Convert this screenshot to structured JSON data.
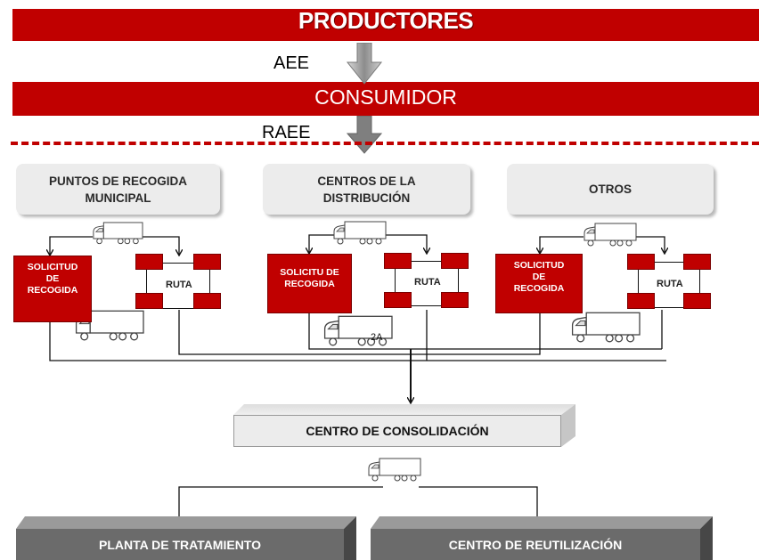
{
  "bands": {
    "productores": "PRODUCTORES",
    "consumidor": "CONSUMIDOR"
  },
  "flow_labels": {
    "aee": "AEE",
    "raee": "RAEE"
  },
  "sources": [
    {
      "label": "PUNTOS DE RECOGIDA MUNICIPAL",
      "solicitud": "SOLICITUD DE RECOGIDA",
      "ruta": "RUTA"
    },
    {
      "label": "CENTROS DE LA DISTRIBUCIÓN",
      "solicitud": "SOLICITU DE RECOGIDA",
      "ruta": "RUTA",
      "truck_note": "2A"
    },
    {
      "label": "OTROS",
      "solicitud": "SOLICITUD DE RECOGIDA",
      "ruta": "RUTA"
    }
  ],
  "consolidation": {
    "label": "CENTRO DE CONSOLIDACIÓN"
  },
  "destinations": [
    {
      "label": "PLANTA DE TRATAMIENTO"
    },
    {
      "label": "CENTRO DE REUTILIZACIÓN"
    }
  ],
  "colors": {
    "accent": "#c00000",
    "box_light": "#ececec",
    "box_dark": "#6b6b6b"
  }
}
